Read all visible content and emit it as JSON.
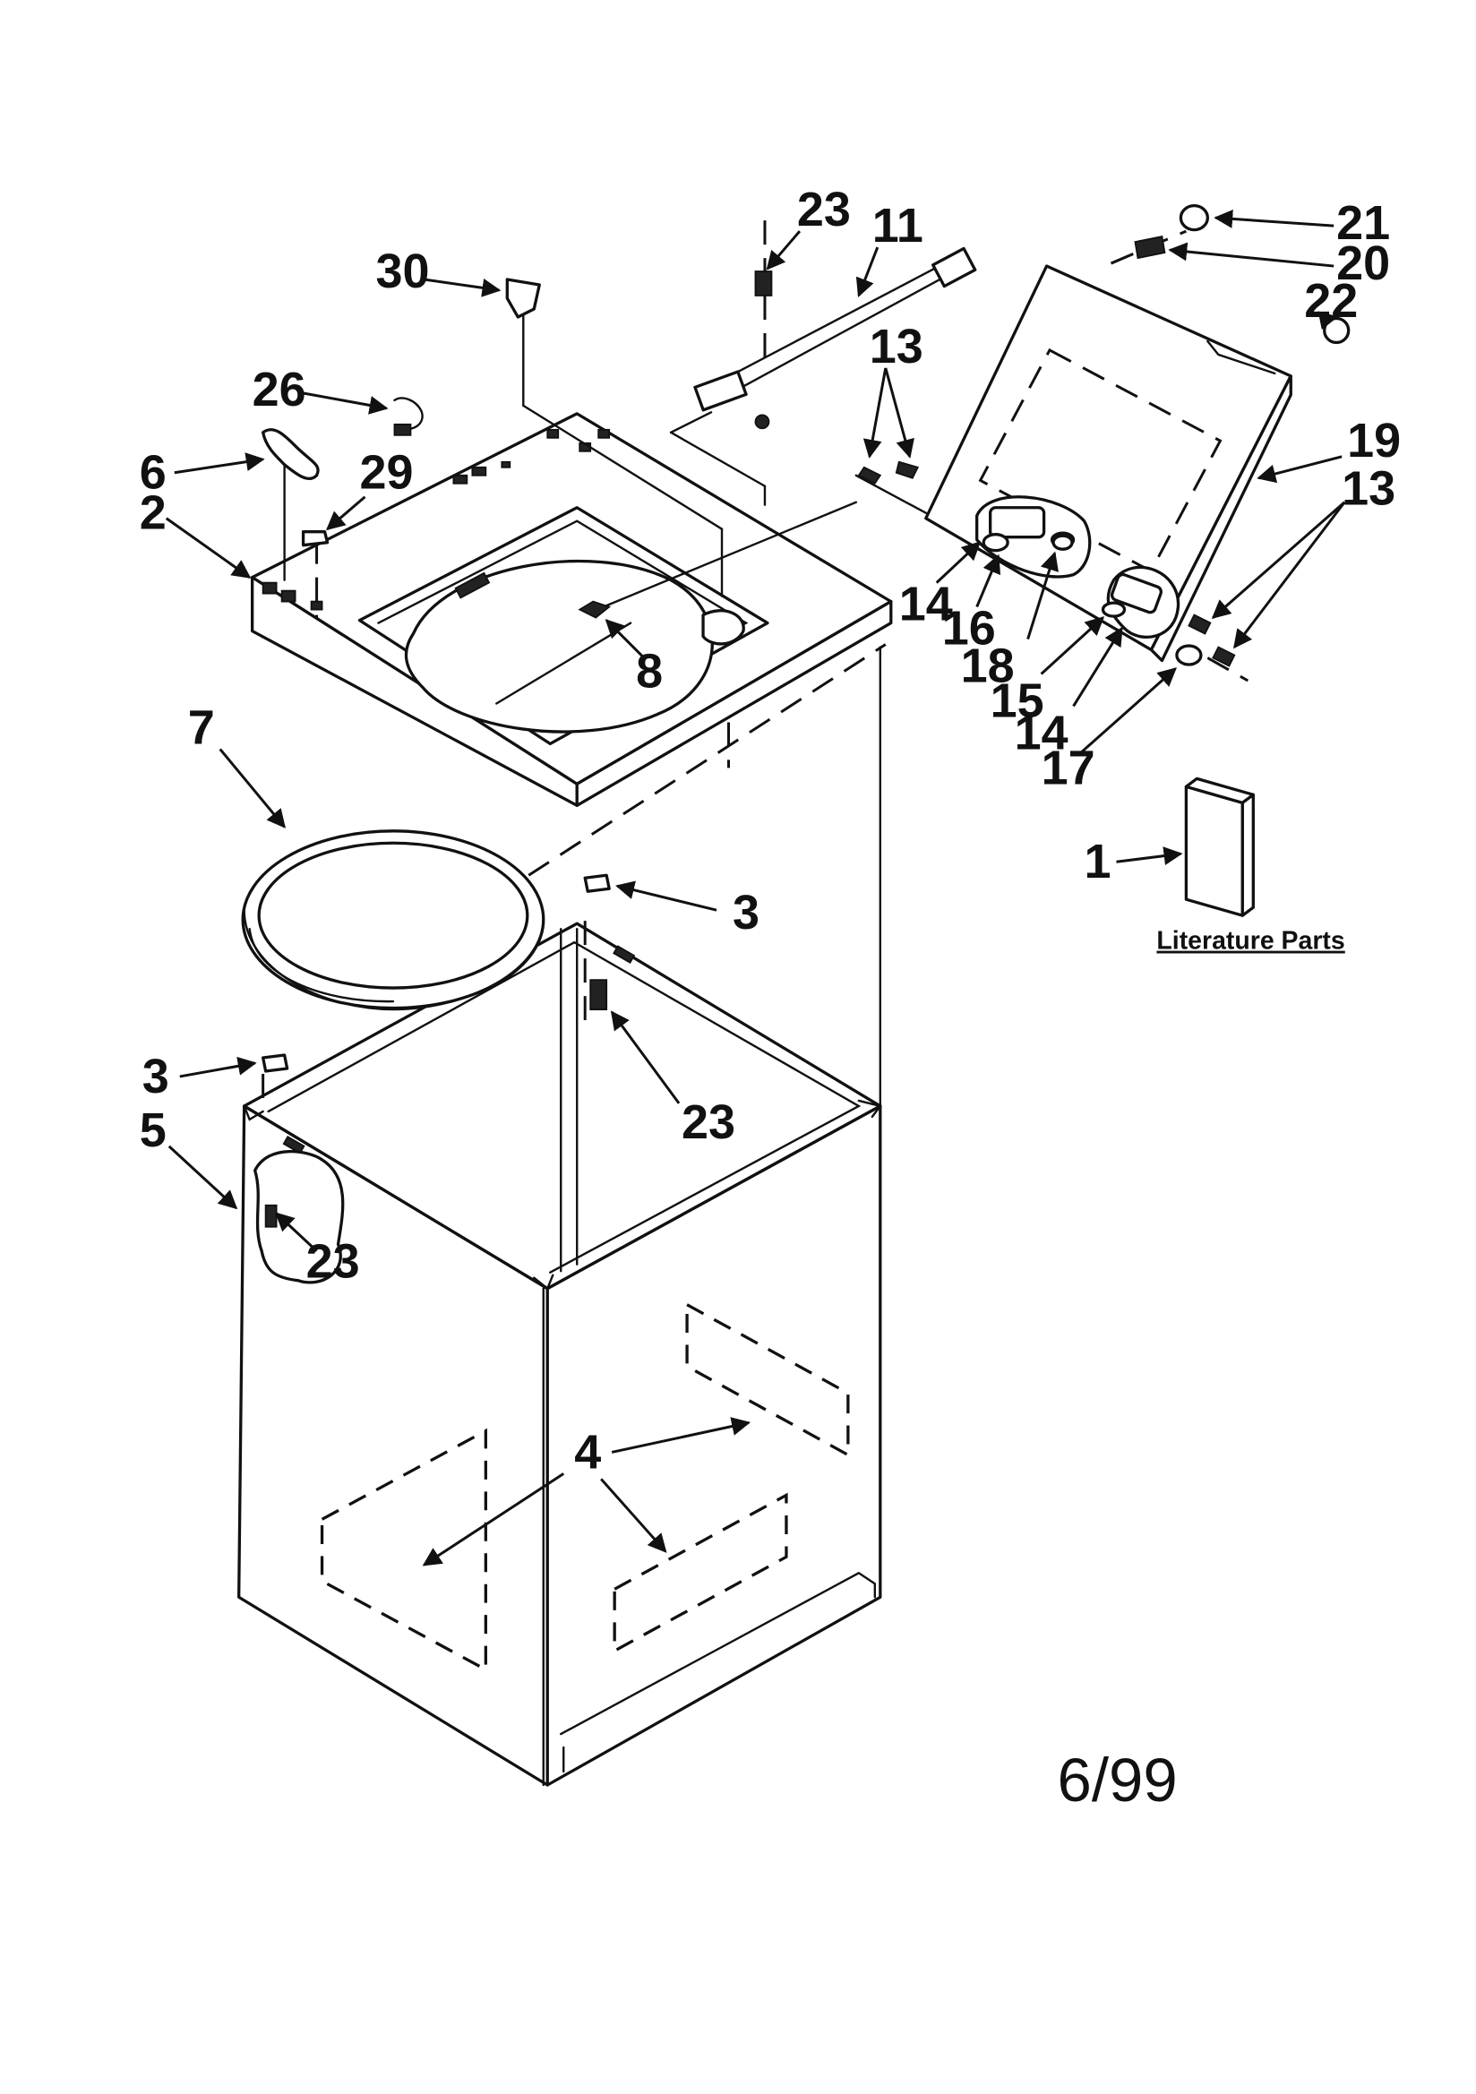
{
  "callouts": {
    "c1": "1",
    "c2": "2",
    "c3a": "3",
    "c3b": "3",
    "c4": "4",
    "c5": "5",
    "c6": "6",
    "c7": "7",
    "c8": "8",
    "c11": "11",
    "c13a": "13",
    "c13b": "13",
    "c14a": "14",
    "c14b": "14",
    "c15": "15",
    "c16": "16",
    "c17": "17",
    "c18": "18",
    "c19": "19",
    "c20": "20",
    "c21": "21",
    "c22": "22",
    "c23a": "23",
    "c23b": "23",
    "c23c": "23",
    "c26": "26",
    "c29": "29",
    "c30": "30"
  },
  "literature_caption": "Literature Parts",
  "date_stamp": "6/99"
}
